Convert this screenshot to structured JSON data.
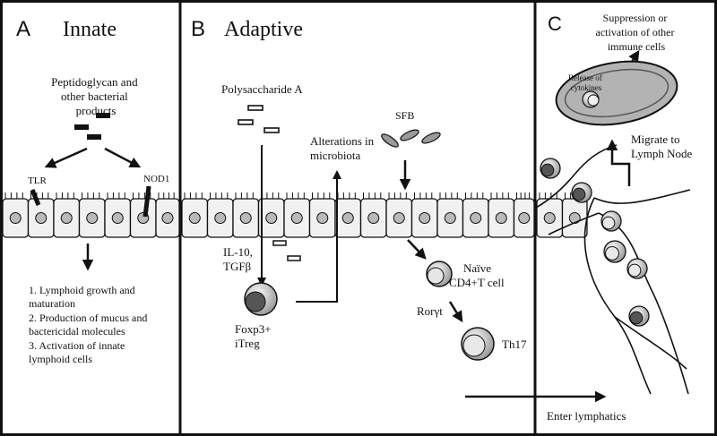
{
  "panels": {
    "a": {
      "letter": "A",
      "title": "Innate"
    },
    "b": {
      "letter": "B",
      "title": "Adaptive"
    },
    "c": {
      "letter": "C"
    }
  },
  "innate": {
    "ligands_line1": "Peptidoglycan and",
    "ligands_line2": "other bacterial",
    "ligands_line3": "products",
    "tlr": "TLR",
    "nod1": "NOD1",
    "outcomes": [
      "1.  Lymphoid growth and",
      "maturation",
      "2. Production of mucus and",
      "bactericidal molecules",
      "3. Activation of innate",
      "lymphoid cells"
    ]
  },
  "adaptive": {
    "psa": "Polysaccharide A",
    "microbiota_line1": "Alterations in",
    "microbiota_line2": "microbiota",
    "sfb": "SFB",
    "il10_line1": "IL-10,",
    "il10_line2": "TGFβ",
    "treg_line1": "Foxp3+",
    "treg_line2": "iTreg",
    "naive_line1": "Naïve",
    "naive_line2": "CD4+T cell",
    "rorgt": "Rorγt",
    "th17": "Th17",
    "lymphatics": "Enter lymphatics"
  },
  "lymph": {
    "suppression_line1": "Suppression or",
    "suppression_line2": "activation of other",
    "suppression_line3": "immune cells",
    "release_line1": "Release of",
    "release_line2": "cytokines",
    "migrate_line1": "Migrate to",
    "migrate_line2": "Lymph Node"
  },
  "colors": {
    "cell_fill": "#f1f1f1",
    "nucleus_fill": "#b9b9b9",
    "tcell_dark": "#555555",
    "node_fill": "#b3b3b3"
  }
}
